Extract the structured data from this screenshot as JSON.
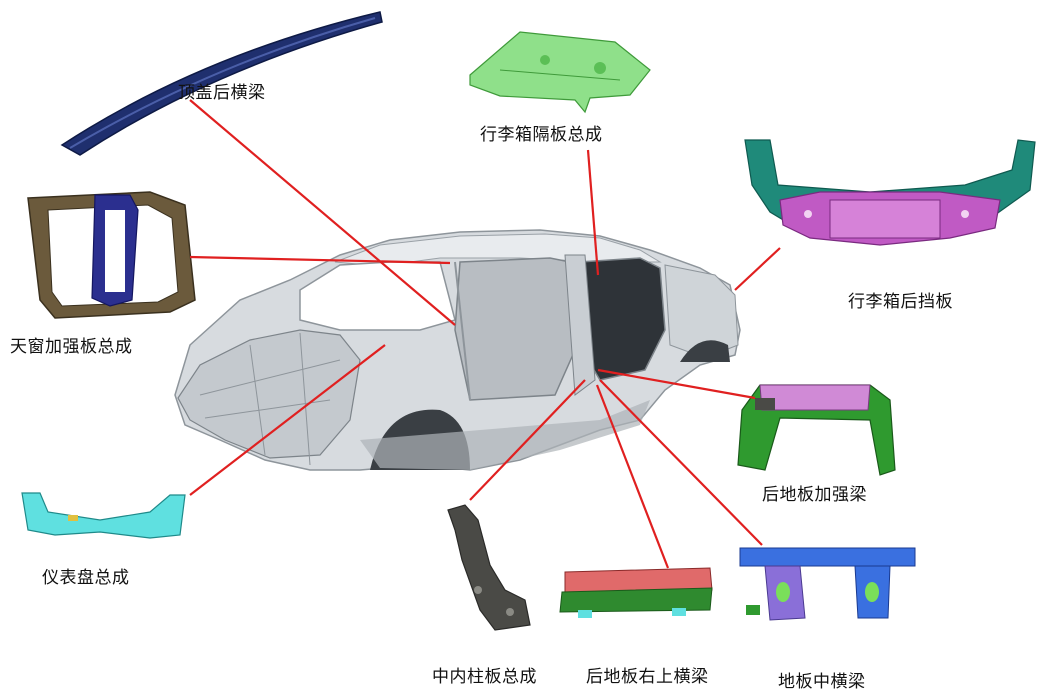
{
  "labels": {
    "roof_rear_beam": "顶盖后横梁",
    "trunk_partition": "行李箱隔板总成",
    "trunk_rear_panel": "行李箱后挡板",
    "sunroof_frame": "天窗加强板总成",
    "rear_floor_reinforcement": "后地板加强梁",
    "dashboard": "仪表盘总成",
    "pillar_inner": "中内柱板总成",
    "rear_floor_upper_beam": "后地板右上横梁",
    "floor_mid_beam": "地板中横梁"
  },
  "colors": {
    "leader": "#e02020",
    "body_shell": "#d7dbdf",
    "navy": "#1f2f6e",
    "light_green": "#8fe08a",
    "teal": "#1f8a7a",
    "magenta": "#c05ac4",
    "green": "#2f9a2f",
    "cyan": "#5fe0e0",
    "dark_gray": "#4a4a46",
    "salmon": "#e06a6a",
    "blue": "#3a70e0",
    "purple": "#8a6fd8"
  }
}
